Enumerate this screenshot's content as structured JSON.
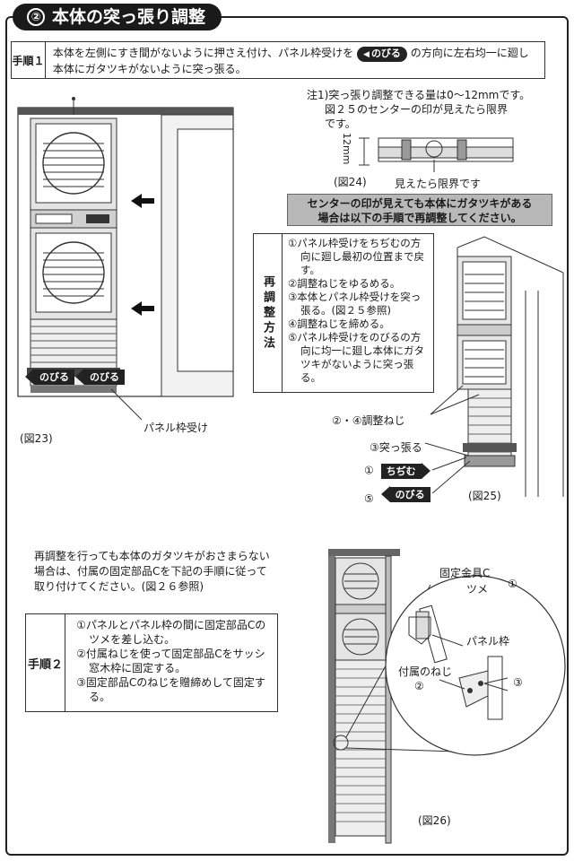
{
  "header": {
    "number": "②",
    "title": "本体の突っ張り調整"
  },
  "step1": {
    "label": "手順１",
    "text_before": "本体を左側にすき間がないように押さえ付け、パネル枠受けを",
    "pill": "のびる",
    "text_after": "の方向に左右均一に廻し本体にガタツキがないように突っ張る。"
  },
  "note1": {
    "lines": [
      "注1)突っ張り調整できる量は0～12mmです。",
      "図２５のセンターの印が見えたら限界",
      "です。"
    ]
  },
  "fig24": {
    "caption": "(図24)",
    "dimension": "12mm",
    "label": "見えたら限界です"
  },
  "warning": {
    "lines": [
      "センターの印が見えても本体にガタツキがある",
      "場合は以下の手順で再調整してください。"
    ]
  },
  "method": {
    "label": "再調整方法",
    "items": [
      "①パネル枠受けをちぢむの方向に廻し最初の位置まで戻す。",
      "②調整ねじをゆるめる。",
      "③本体とパネル枠受けを突っ張る。(図２５参照)",
      "④調整ねじを締める。",
      "⑤パネル枠受けをのびるの方向に均一に廻し本体にガタツキがないように突っ張る。"
    ]
  },
  "fig23": {
    "caption": "(図23)",
    "panel_label": "パネル枠受け",
    "pill_left": "のびる",
    "pill_right": "のびる"
  },
  "fig25": {
    "caption": "(図25)",
    "screw_label": "②・④調整ねじ",
    "push_label": "③突っ張る",
    "shrink_num": "①",
    "shrink_pill": "ちぢむ",
    "extend_num": "⑤",
    "extend_pill": "のびる"
  },
  "para": {
    "lines": [
      "再調整を行っても本体のガタツキがおさまらない",
      "場合は、付属の固定部品Cを下記の手順に従って",
      "取り付けてください。(図２６参照)"
    ]
  },
  "step2": {
    "label": "手順２",
    "items": [
      "①パネルとパネル枠の間に固定部品Cのツメを差し込む。",
      "②付属ねじを使って固定部品Cをサッシ窓木枠に固定する。",
      "③固定部品Cのねじを贈締めして固定する。"
    ]
  },
  "fig26": {
    "caption": "(図26)",
    "bracket_label": "固定金具C",
    "claw_label": "ツメ",
    "num1": "①",
    "panel_frame_label": "パネル枠",
    "screw_label": "付属のねじ",
    "num2": "②",
    "num3": "③"
  }
}
